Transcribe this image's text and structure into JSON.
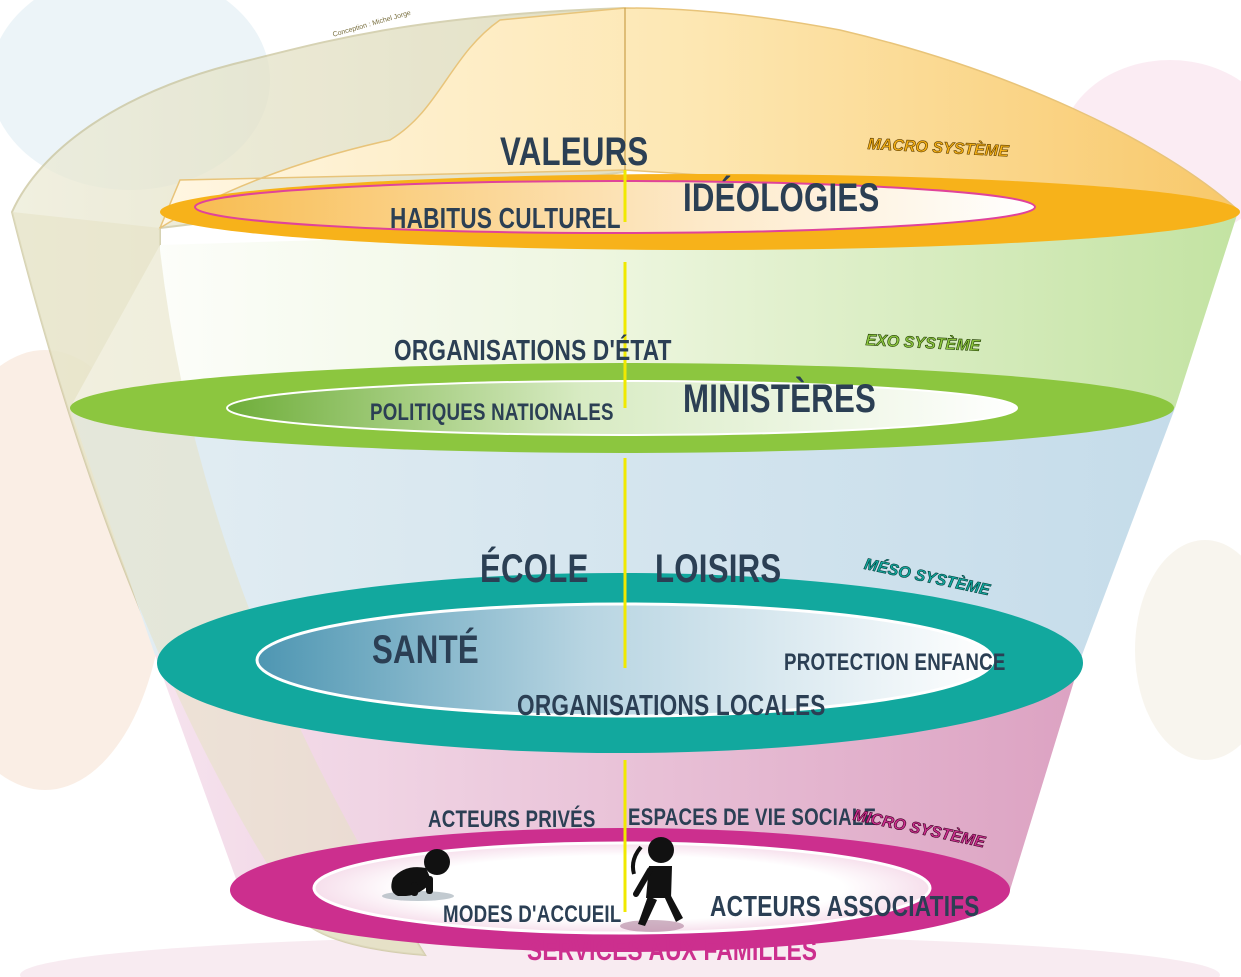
{
  "credit": "Conception : Michel Jorge",
  "levels": {
    "macro": {
      "label": "MACRO SYSTÈME",
      "color": "#f5b014"
    },
    "exo": {
      "label": "EXO SYSTÈME",
      "color": "#8cc63f"
    },
    "meso": {
      "label": "MÉSO SYSTÈME",
      "color": "#12a89e"
    },
    "micro": {
      "label": "MICRO SYSTÈME",
      "color": "#cc2f8e"
    }
  },
  "macro_terms": {
    "valeurs": "VALEURS",
    "ideologies": "IDÉOLOGIES",
    "habitus": "HABITUS CULTUREL"
  },
  "exo_terms": {
    "organisations_etat": "ORGANISATIONS D'ÉTAT",
    "ministeres": "MINISTÈRES",
    "politiques": "POLITIQUES NATIONALES"
  },
  "meso_terms": {
    "ecole": "ÉCOLE",
    "loisirs": "LOISIRS",
    "sante": "SANTÉ",
    "protection": "PROTECTION ENFANCE",
    "organisations_locales": "ORGANISATIONS LOCALES"
  },
  "micro_terms": {
    "acteurs_prives": "ACTEURS PRIVÉS",
    "espaces": "ESPACES DE VIE SOCIALE",
    "modes_accueil": "MODES D'ACCUEIL",
    "acteurs_associatifs": "ACTEURS ASSOCIATIFS",
    "services": "SERVICES AUX FAMILLES"
  },
  "icons": [
    "crawling-baby-icon",
    "walking-child-icon"
  ]
}
